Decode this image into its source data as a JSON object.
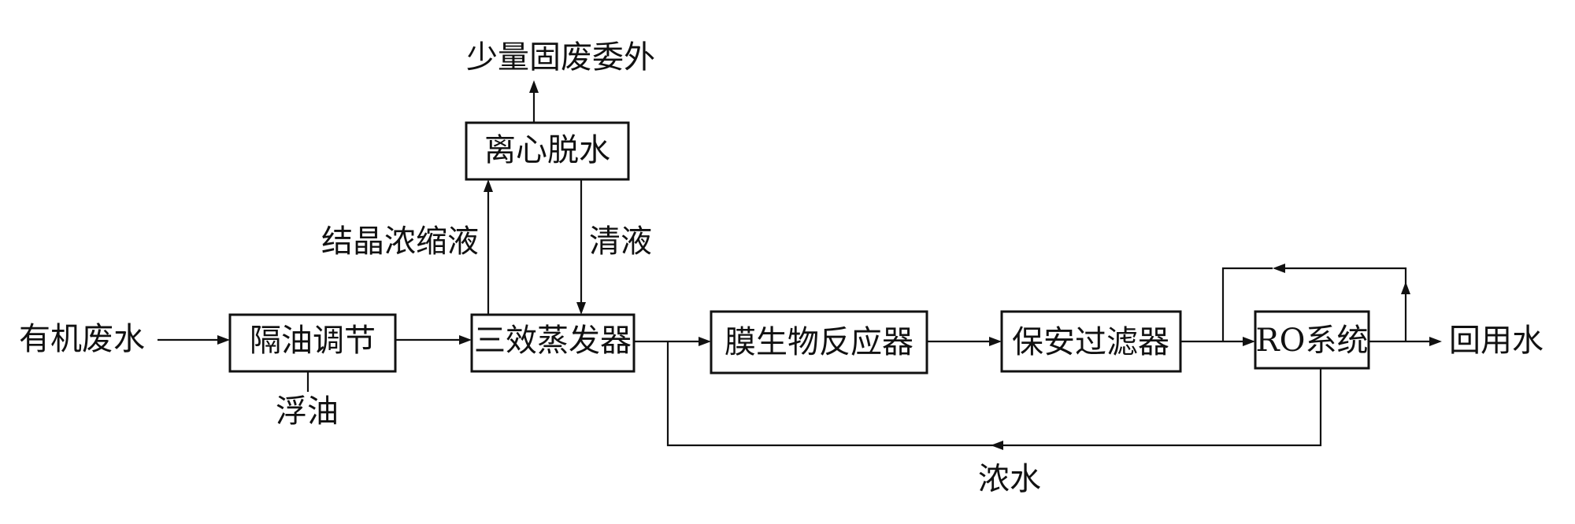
{
  "nodes": {
    "oil_separation": "隔油调节",
    "evaporator": "三效蒸发器",
    "centrifuge": "离心脱水",
    "mbr": "膜生物反应器",
    "security_filter": "保安过滤器",
    "ro_system": "RO系统"
  },
  "labels": {
    "inlet": "有机废水",
    "floating_oil": "浮油",
    "crystal_concentrate": "结晶浓缩液",
    "clear_liquid": "清液",
    "solid_waste": "少量固废委外",
    "reuse_water": "回用水",
    "concentrate_water": "浓水"
  }
}
